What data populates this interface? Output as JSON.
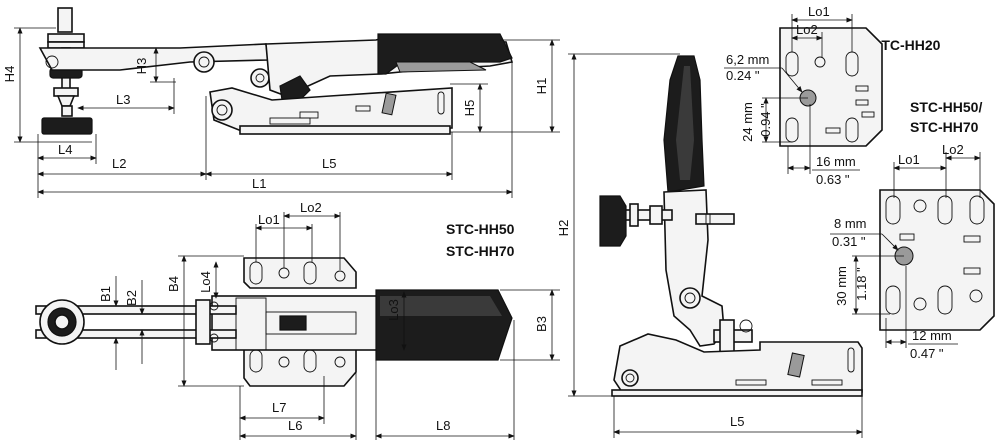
{
  "dims": {
    "H4": "H4",
    "H3": "H3",
    "L3": "L3",
    "L4": "L4",
    "L2": "L2",
    "L5": "L5",
    "L1": "L1",
    "H5": "H5",
    "H1": "H1",
    "H2": "H2",
    "Lo1": "Lo1",
    "Lo2": "Lo2",
    "Lo3": "Lo3",
    "Lo4": "Lo4",
    "B1": "B1",
    "B2": "B2",
    "B3": "B3",
    "B4": "B4",
    "L6": "L6",
    "L7": "L7",
    "L8": "L8"
  },
  "titles": {
    "model_a": "STC-HH50",
    "model_b": "STC-HH70",
    "hh20": "STC-HH20",
    "hh50_70_line1": "STC-HH50/",
    "hh50_70_line2": "STC-HH70"
  },
  "hh20": {
    "hole_mm": "6,2 mm",
    "hole_in": "0.24 \"",
    "vert_mm": "24 mm",
    "vert_in": "0.94 \"",
    "horiz_mm": "16 mm",
    "horiz_in": "0.63 \""
  },
  "hh50": {
    "hole_mm": "8 mm",
    "hole_in": "0.31 \"",
    "vert_mm": "30 mm",
    "vert_in": "1.18 \"",
    "horiz_mm": "12 mm",
    "horiz_in": "0.47 \""
  },
  "colors": {
    "line": "#111111",
    "handle": "#1c1c1c",
    "fill": "#f4f4f4"
  },
  "icons": [
    "mm-arrow-icon"
  ]
}
